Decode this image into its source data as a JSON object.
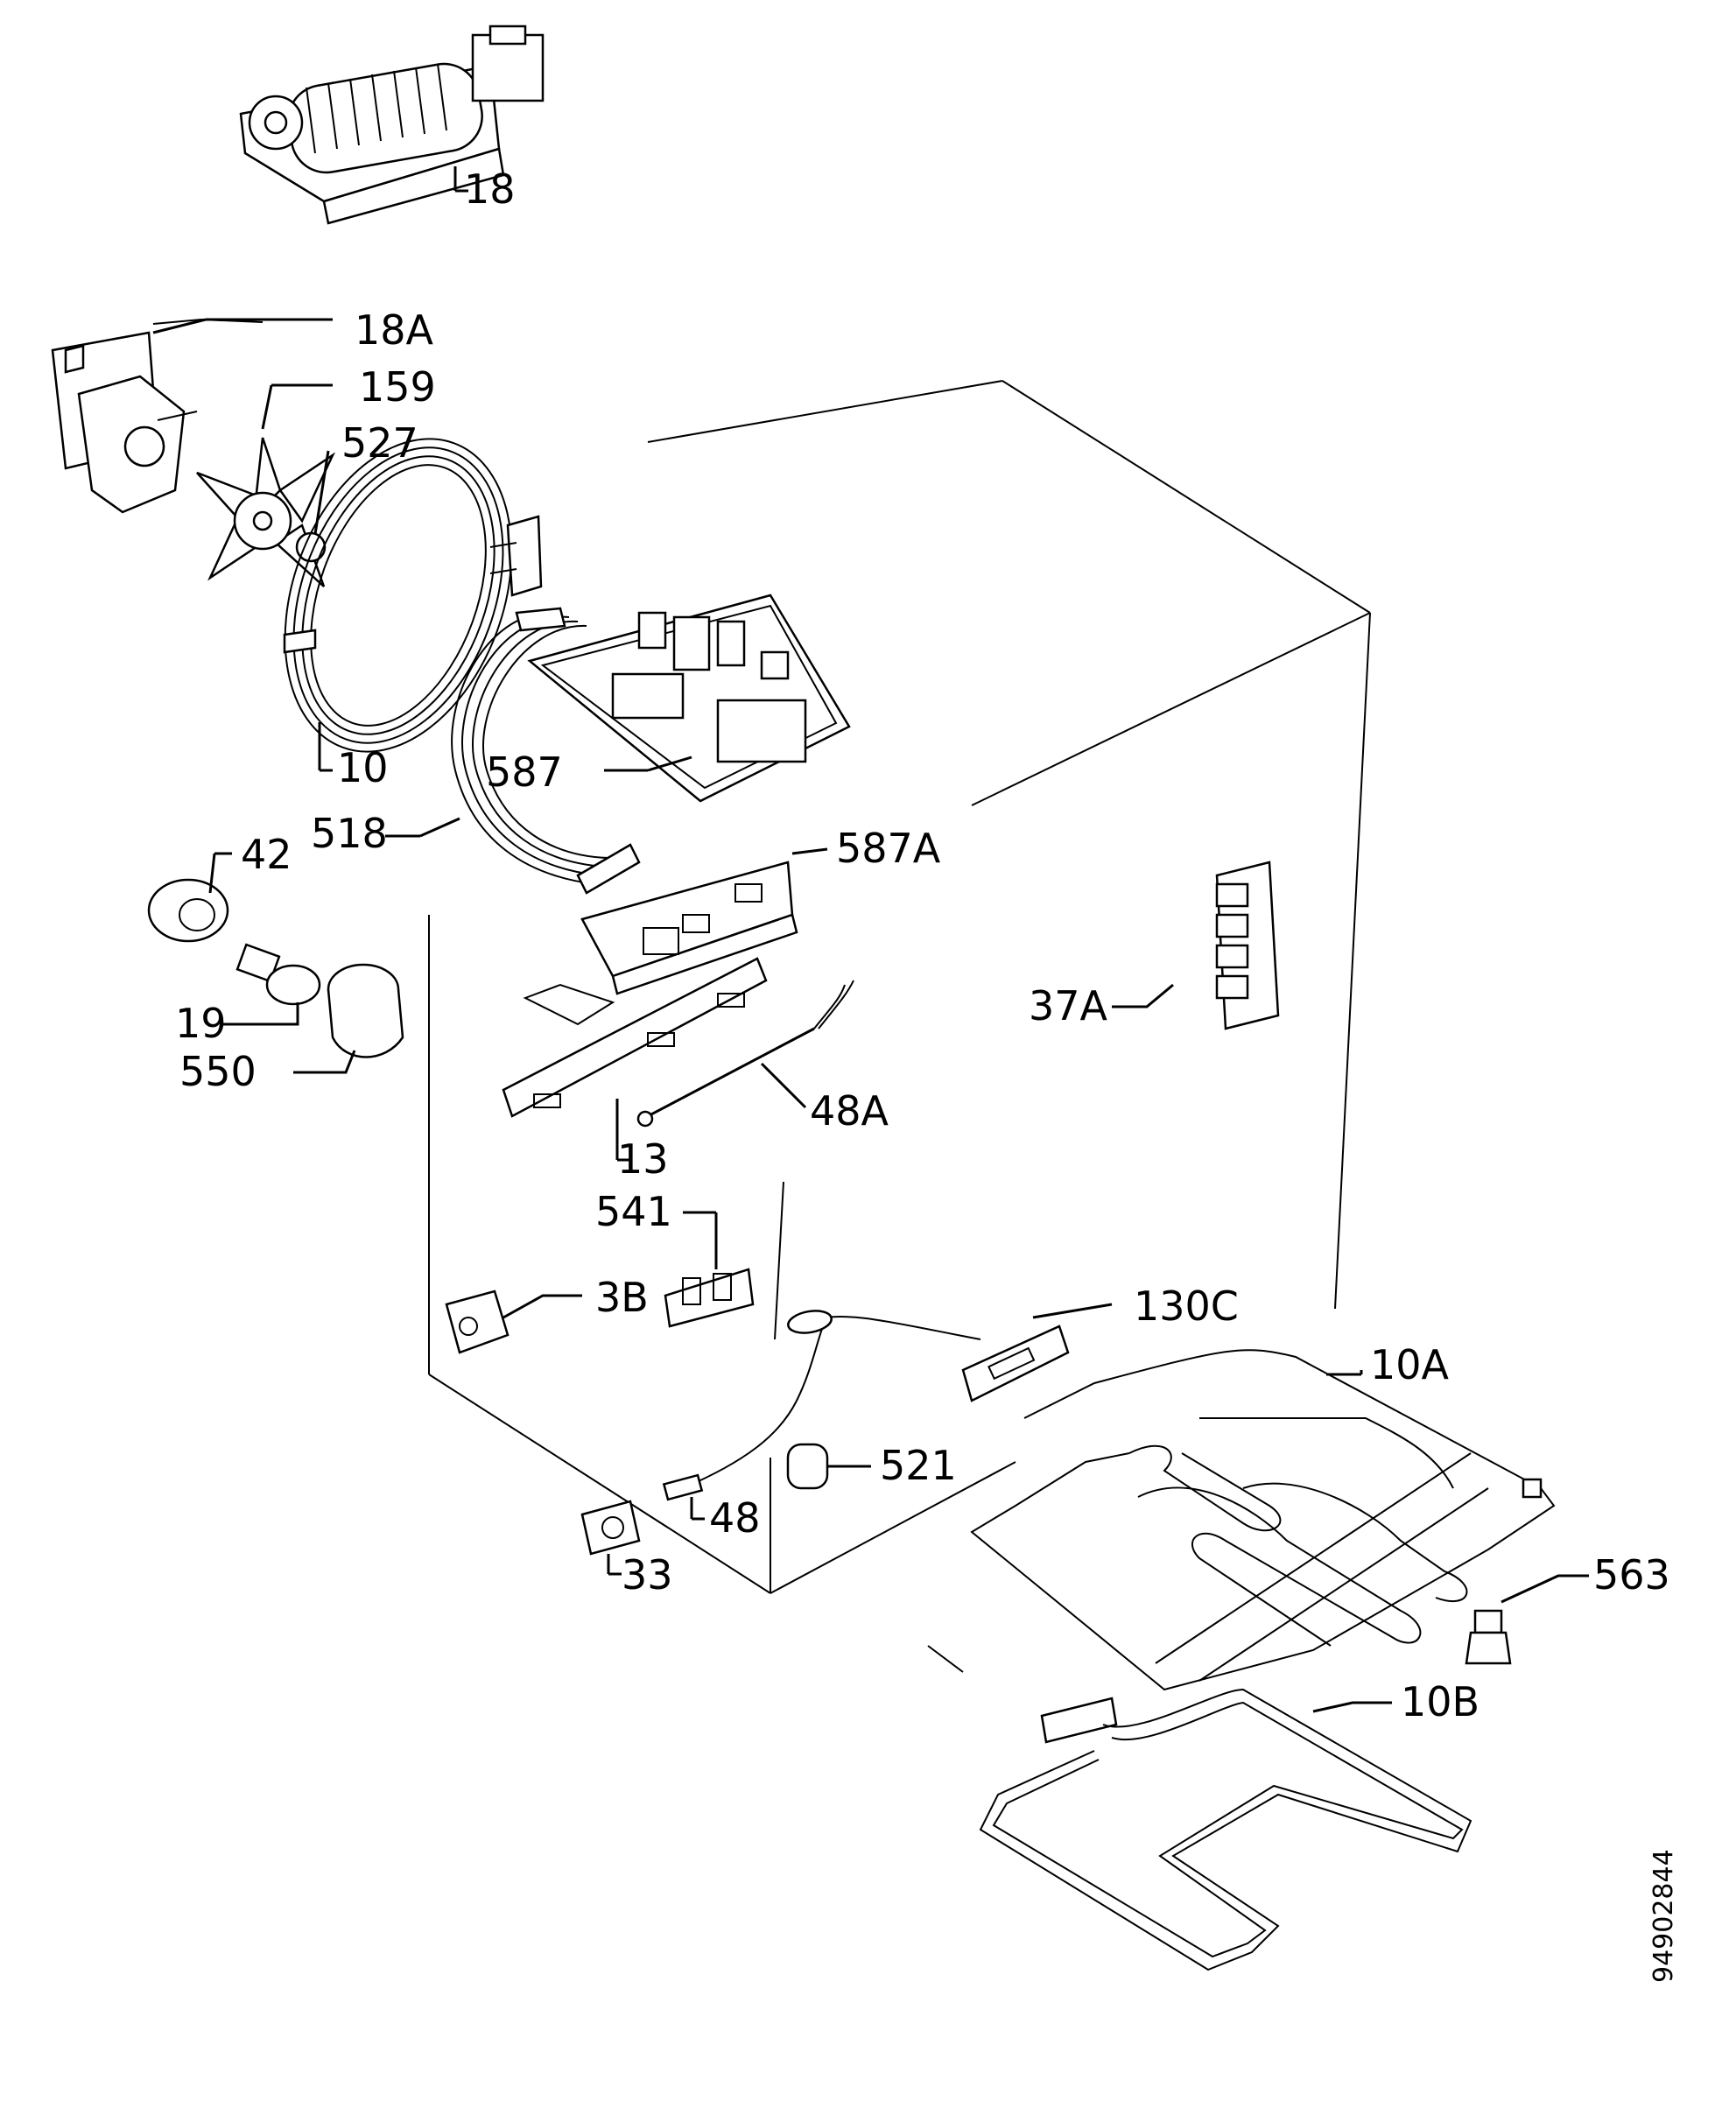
{
  "labels": {
    "p18": "18",
    "p18a": "18A",
    "p159": "159",
    "p527": "527",
    "p10": "10",
    "p587": "587",
    "p518": "518",
    "p42": "42",
    "p587a": "587A",
    "p19": "19",
    "p550": "550",
    "p37a": "37A",
    "p48a": "48A",
    "p13": "13",
    "p541": "541",
    "p3b": "3B",
    "p130c": "130C",
    "p10a": "10A",
    "p521": "521",
    "p48": "48",
    "p33": "33",
    "p563": "563",
    "p10b": "10B"
  },
  "doc_number": "94902844"
}
